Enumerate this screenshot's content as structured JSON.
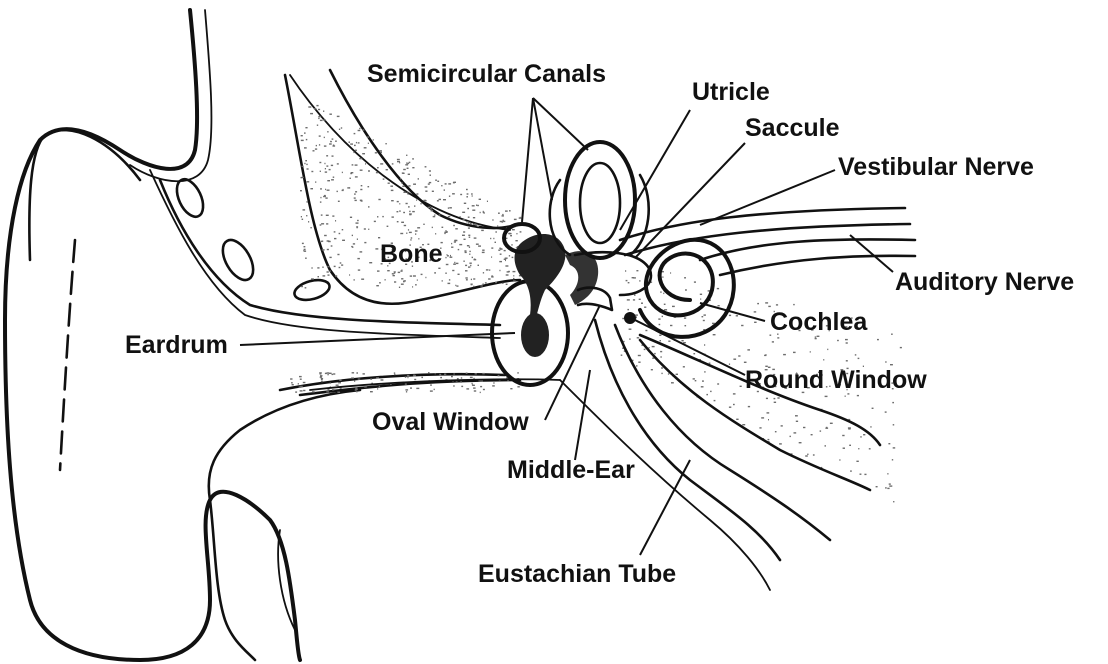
{
  "labels": {
    "semicircular_canals": "Semicircular Canals",
    "utricle": "Utricle",
    "saccule": "Saccule",
    "vestibular_nerve": "Vestibular Nerve",
    "auditory_nerve": "Auditory Nerve",
    "bone": "Bone",
    "cochlea": "Cochlea",
    "eardrum": "Eardrum",
    "round_window": "Round Window",
    "oval_window": "Oval Window",
    "middle_ear": "Middle-Ear",
    "eustachian_tube": "Eustachian Tube"
  },
  "colors": {
    "ink": "#111111",
    "background": "#ffffff",
    "stipple": "#6d6d6d"
  }
}
